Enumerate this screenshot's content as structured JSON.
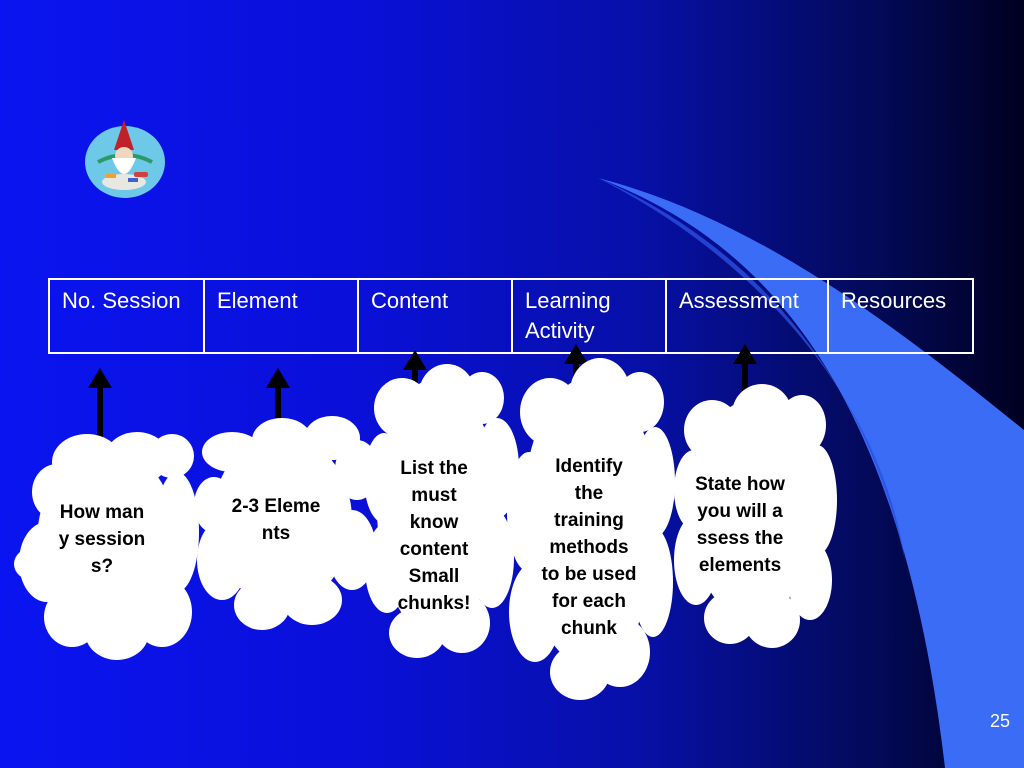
{
  "table": {
    "headers": [
      "No. Session",
      "Element",
      "Content",
      "Learning Activity",
      "Assessment",
      "Resources"
    ]
  },
  "clouds": [
    {
      "text": "How many sessions?"
    },
    {
      "text": "2-3 Elements"
    },
    {
      "text": "List the must know content Small chunks!"
    },
    {
      "text": "Identify the training methods to be used for each chunk"
    },
    {
      "text": "State how you will assess the elements"
    }
  ],
  "footer": {
    "page_number": "25"
  },
  "colors": {
    "background_left": "#0a14f0",
    "background_right": "#000020",
    "swoosh": "#3a6cf6",
    "text": "#ffffff",
    "cloud_fill": "#ffffff"
  },
  "icons": {
    "logo": "gnome-wizard-icon",
    "arrows": "up-arrow-icon"
  }
}
